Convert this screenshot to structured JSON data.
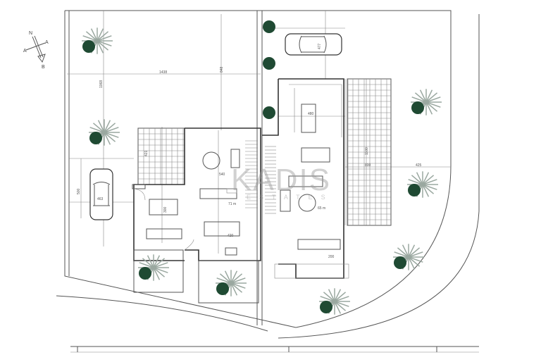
{
  "plan": {
    "compass": {
      "north": "N",
      "south": "B",
      "east": "A",
      "west": "A"
    },
    "dimensions": {
      "top_width": "1438",
      "top_depth": "848",
      "left_depth": "1068",
      "parking_depth": "500",
      "car_left": "463",
      "car_top": "477",
      "terrace_left": "421",
      "living_left": "540",
      "dining_left": "300",
      "kitchen_left": "420",
      "island_right": "480",
      "terrace_right_depth": "1100",
      "terrace_right_width": "800",
      "garden_right": "425",
      "bath_right": "200",
      "area_left": "71 m",
      "area_right": "65 m"
    },
    "watermark": {
      "brand": "KADIS",
      "sub": "ESTATES"
    },
    "colors": {
      "tree_dark": "#1f4a33",
      "tree_light": "#9aa8a0",
      "lines": "#555555"
    }
  }
}
